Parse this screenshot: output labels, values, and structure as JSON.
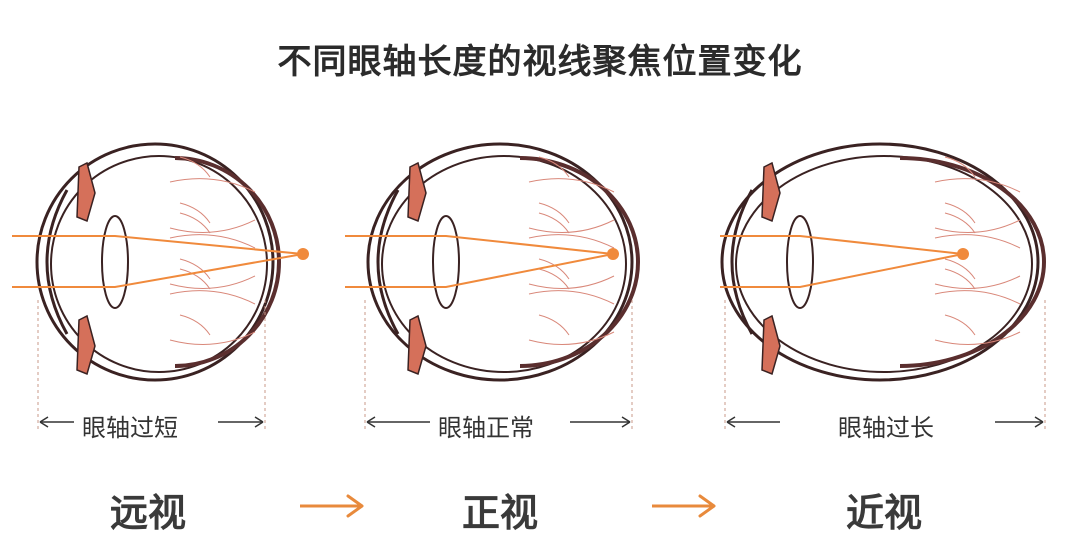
{
  "title": "不同眼轴长度的视线聚焦位置变化",
  "colors": {
    "ray": "#f08a3c",
    "iris": "#d5705a",
    "sclera_dark": "#3a2222",
    "vessel": "#d9887a",
    "arrow": "#e88a3c"
  },
  "eyes": [
    {
      "axis_label": "眼轴过短",
      "condition": "远视",
      "focus": "behind-retina"
    },
    {
      "axis_label": "眼轴正常",
      "condition": "正视",
      "focus": "on-retina"
    },
    {
      "axis_label": "眼轴过长",
      "condition": "近视",
      "focus": "in-front-of-retina"
    }
  ],
  "arrows": [
    {
      "from": "远视",
      "to": "正视"
    },
    {
      "from": "正视",
      "to": "近视"
    }
  ]
}
